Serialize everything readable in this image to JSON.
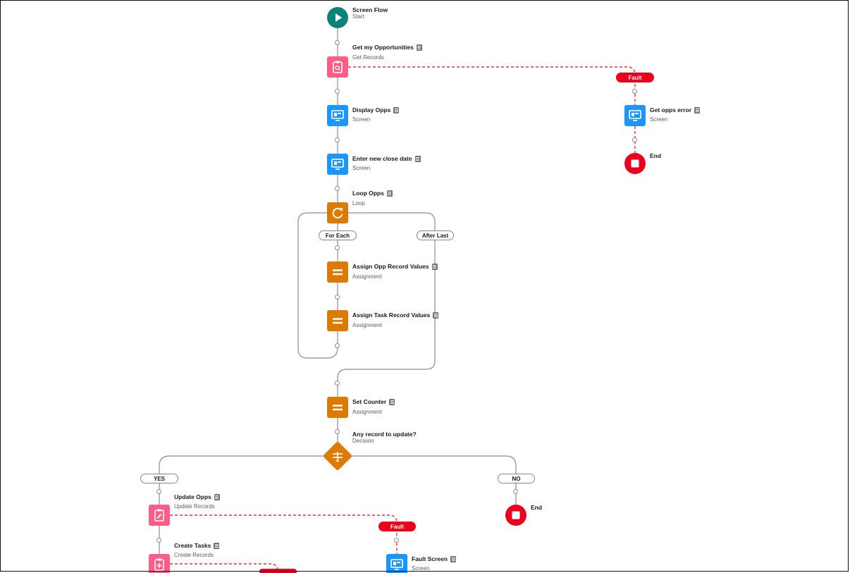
{
  "flow": {
    "start": {
      "title": "Screen Flow",
      "subtitle": "Start"
    },
    "get_opps": {
      "title": "Get my Opportunities",
      "subtitle": "Get Records"
    },
    "display_opps": {
      "title": "Display Opps",
      "subtitle": "Screen"
    },
    "enter_date": {
      "title": "Enter new close date",
      "subtitle": "Screen"
    },
    "loop_opps": {
      "title": "Loop Opps",
      "subtitle": "Loop"
    },
    "for_each": "For Each",
    "after_last": "After Last",
    "assign_opp": {
      "title": "Assign Opp Record Values",
      "subtitle": "Assignment"
    },
    "assign_task": {
      "title": "Assign Task Record Values",
      "subtitle": "Assignment"
    },
    "set_counter": {
      "title": "Set Counter",
      "subtitle": "Assignment"
    },
    "decision": {
      "title": "Any record to update?",
      "subtitle": "Decision"
    },
    "yes": "YES",
    "no": "NO",
    "update_opps": {
      "title": "Update Opps",
      "subtitle": "Update Records"
    },
    "create_tasks": {
      "title": "Create Tasks",
      "subtitle": "Create Records"
    },
    "fault_label": "Fault",
    "get_opps_error": {
      "title": "Get opps error",
      "subtitle": "Screen"
    },
    "end_label": "End",
    "fault_screen": {
      "title": "Fault Screen",
      "subtitle": "Screen"
    }
  },
  "colors": {
    "screen": "#1b96ff",
    "records": "#ff5d86",
    "logic": "#dd7a01",
    "start": "#0b827c",
    "end": "#ea001e",
    "fault": "#ea001e"
  }
}
